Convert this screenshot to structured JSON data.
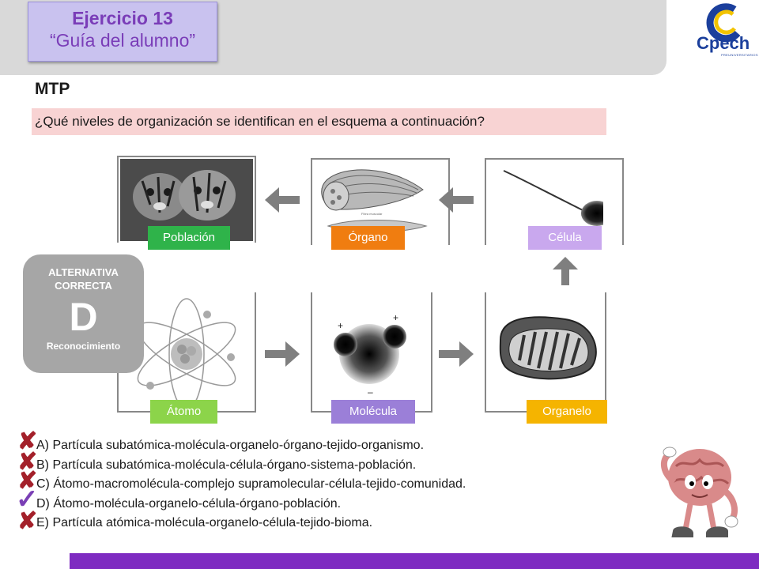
{
  "header": {
    "title_line1": "Ejercicio 13",
    "title_line2": "“Guía del alumno”",
    "logo_text": "Cpech",
    "logo_sub": "PREUNIVERSITARIOS"
  },
  "section_label": "MTP",
  "question": "¿Qué niveles de organización se identifican en el esquema a continuación?",
  "diagram": {
    "labels": {
      "poblacion": "Población",
      "organo": "Órgano",
      "celula": "Célula",
      "atomo": "Átomo",
      "molecula": "Molécula",
      "organelo": "Organelo"
    },
    "label_colors": {
      "poblacion": "#2fb34a",
      "organo": "#f07d10",
      "celula": "#c9a8ee",
      "atomo": "#8cd44a",
      "molecula": "#9b7fd8",
      "organelo": "#f5b400"
    },
    "molecule_signs": [
      "+",
      "+",
      "–"
    ],
    "muscle_caption": "Fibra muscular"
  },
  "answer_box": {
    "line1": "ALTERNATIVA",
    "line2": "CORRECTA",
    "letter": "D",
    "subtitle": "Reconocimiento"
  },
  "options": [
    {
      "text": "A) Partícula subatómica-molécula-organelo-órgano-tejido-organismo.",
      "mark": "✘"
    },
    {
      "text": "B) Partícula subatómica-molécula-célula-órgano-sistema-población.",
      "mark": "✘"
    },
    {
      "text": "C) Átomo-macromolécula-complejo supramolecular-célula-tejido-comunidad.",
      "mark": "✘"
    },
    {
      "text": "D) Átomo-molécula-organelo-célula-órgano-población.",
      "mark": "✓"
    },
    {
      "text": "E) Partícula atómica-molécula-organelo-célula-tejido-bioma.",
      "mark": "✘"
    }
  ],
  "colors": {
    "accent": "#7e2bc1",
    "title_text": "#7a3db8",
    "question_bg": "#f8d3d3",
    "wrong_mark": "#a3202a",
    "correct_mark": "#7a3fb5"
  }
}
